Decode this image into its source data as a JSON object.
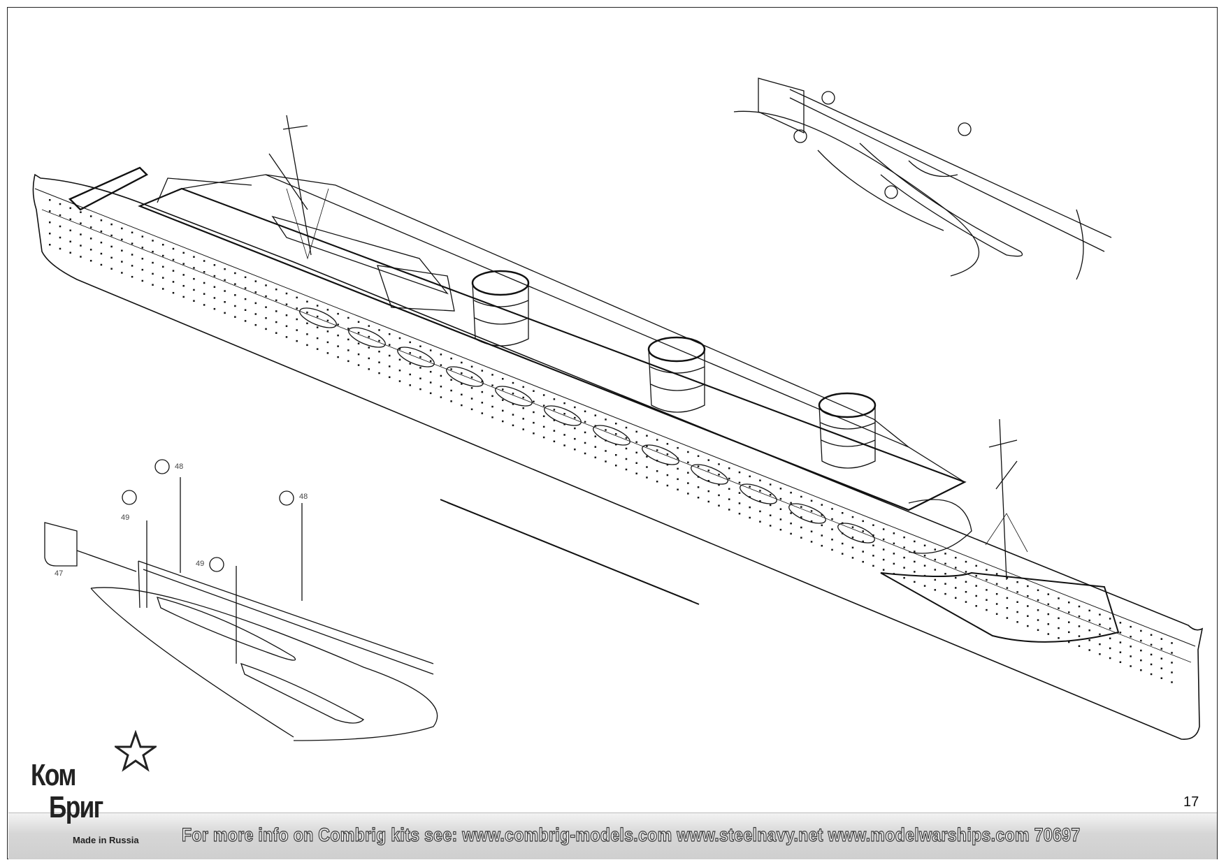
{
  "page": {
    "number": "17"
  },
  "footer": {
    "text": "For more info on Combrig kits see: www.combrig-models.com www.steelnavy.net  www.modelwarships.com  70697"
  },
  "logo": {
    "line1": "Ком",
    "line2": "Бриг",
    "tagline": "Made in Russia"
  },
  "parts": [
    {
      "id": "48",
      "label": "48"
    },
    {
      "id": "48b",
      "label": "48"
    },
    {
      "id": "49",
      "label": "49"
    },
    {
      "id": "49b",
      "label": "49"
    },
    {
      "id": "47",
      "label": "47"
    }
  ],
  "colors": {
    "line": "#111111",
    "footer_band": "#d6d6d6"
  }
}
